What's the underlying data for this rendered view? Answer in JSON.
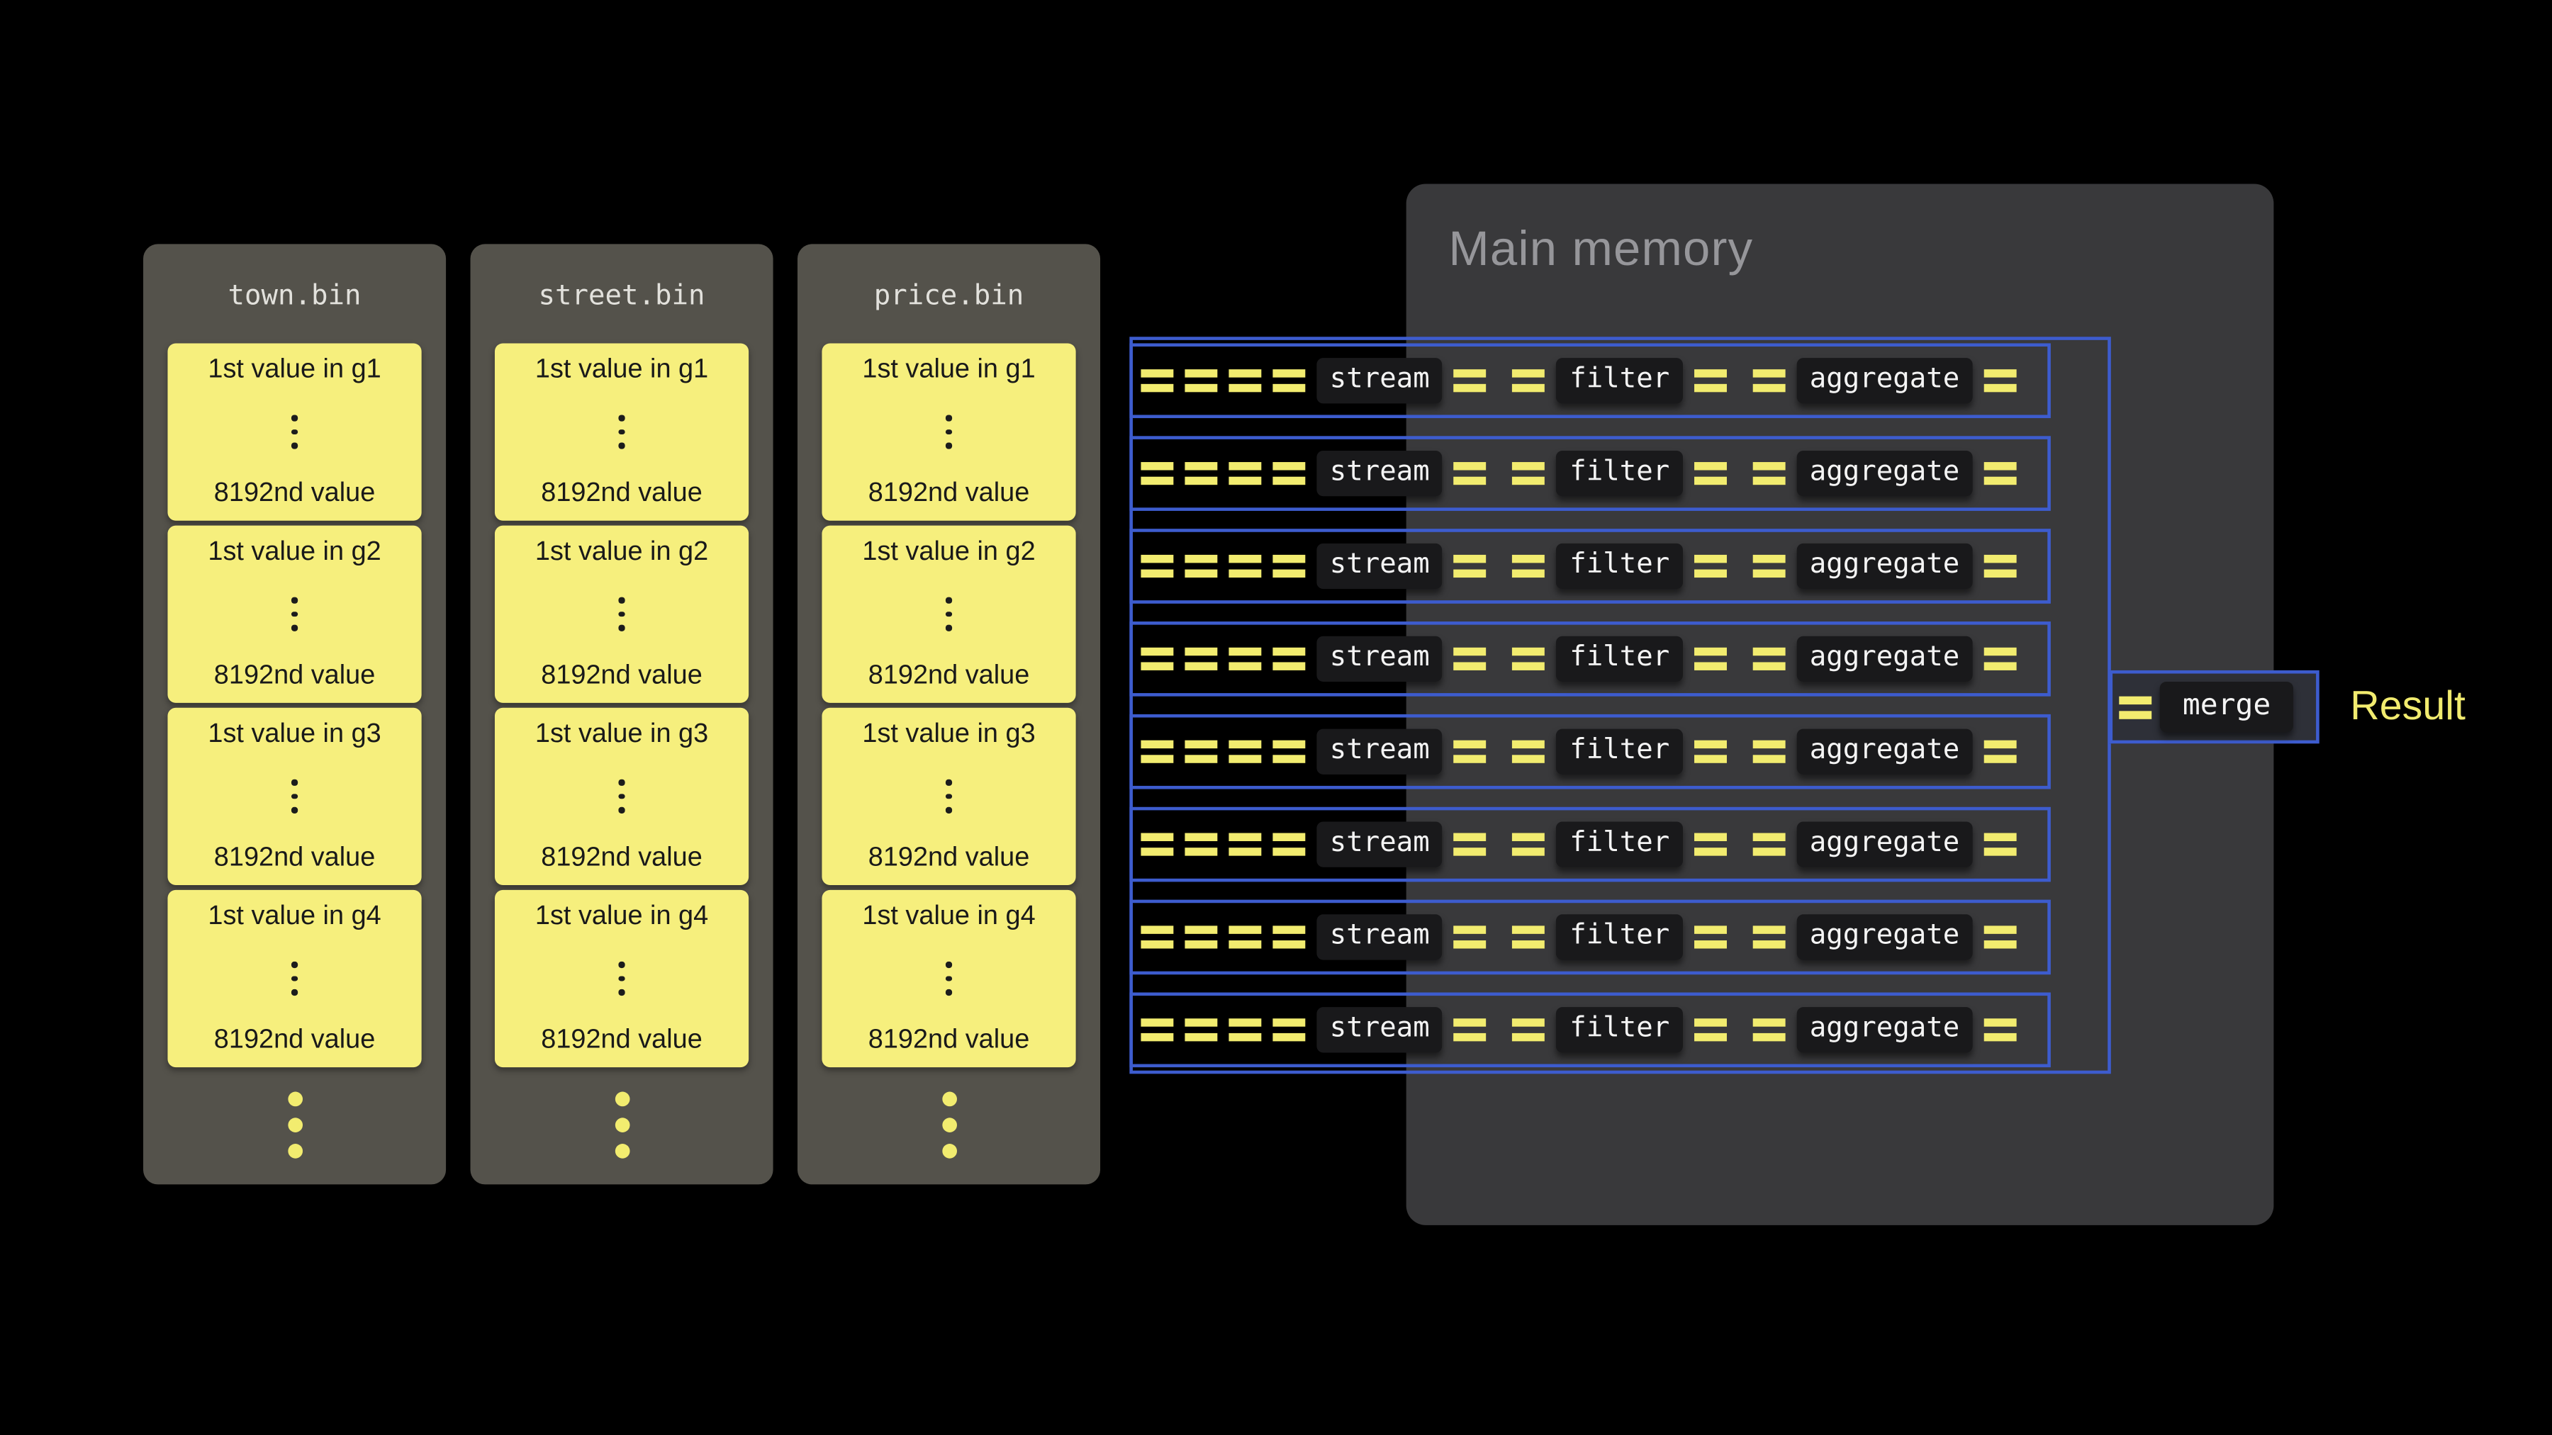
{
  "files": [
    {
      "name": "town.bin",
      "groups": [
        {
          "first": "1st value in g1",
          "last": "8192nd value"
        },
        {
          "first": "1st value in g2",
          "last": "8192nd value"
        },
        {
          "first": "1st value in g3",
          "last": "8192nd value"
        },
        {
          "first": "1st value in g4",
          "last": "8192nd value"
        }
      ]
    },
    {
      "name": "street.bin",
      "groups": [
        {
          "first": "1st value in g1",
          "last": "8192nd value"
        },
        {
          "first": "1st value in g2",
          "last": "8192nd value"
        },
        {
          "first": "1st value in g3",
          "last": "8192nd value"
        },
        {
          "first": "1st value in g4",
          "last": "8192nd value"
        }
      ]
    },
    {
      "name": "price.bin",
      "groups": [
        {
          "first": "1st value in g1",
          "last": "8192nd value"
        },
        {
          "first": "1st value in g2",
          "last": "8192nd value"
        },
        {
          "first": "1st value in g3",
          "last": "8192nd value"
        },
        {
          "first": "1st value in g4",
          "last": "8192nd value"
        }
      ]
    }
  ],
  "memory": {
    "title": "Main memory"
  },
  "pipeline": {
    "stages": [
      "stream",
      "filter",
      "aggregate"
    ],
    "row_count": 8
  },
  "merge": {
    "label": "merge"
  },
  "result": {
    "label": "Result"
  },
  "colors": {
    "accent_blue": "#3d5cce",
    "accent_yellow": "#f2ec6f",
    "card_yellow": "#f6ef7d"
  }
}
